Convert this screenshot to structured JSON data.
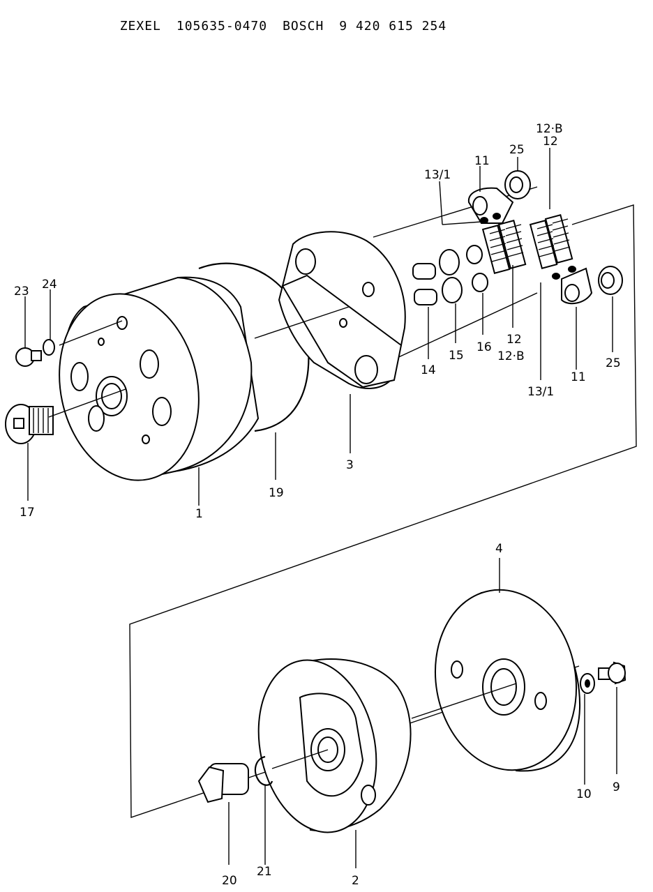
{
  "header": {
    "zexel_label": "ZEXEL",
    "zexel_number": "105635-0470",
    "bosch_label": "BOSCH",
    "bosch_number": "9 420 615 254"
  },
  "callouts": {
    "c1": "1",
    "c2": "2",
    "c3": "3",
    "c4": "4",
    "c9": "9",
    "c10": "10",
    "c11a": "11",
    "c11b": "11",
    "c12a": "12",
    "c12b": "12",
    "c12Ba": "12·B",
    "c12Bb": "12·B",
    "c13a": "13/1",
    "c13b": "13/1",
    "c14": "14",
    "c15": "15",
    "c16": "16",
    "c17": "17",
    "c19": "19",
    "c20": "20",
    "c21": "21",
    "c23": "23",
    "c24": "24",
    "c25a": "25",
    "c25b": "25"
  }
}
